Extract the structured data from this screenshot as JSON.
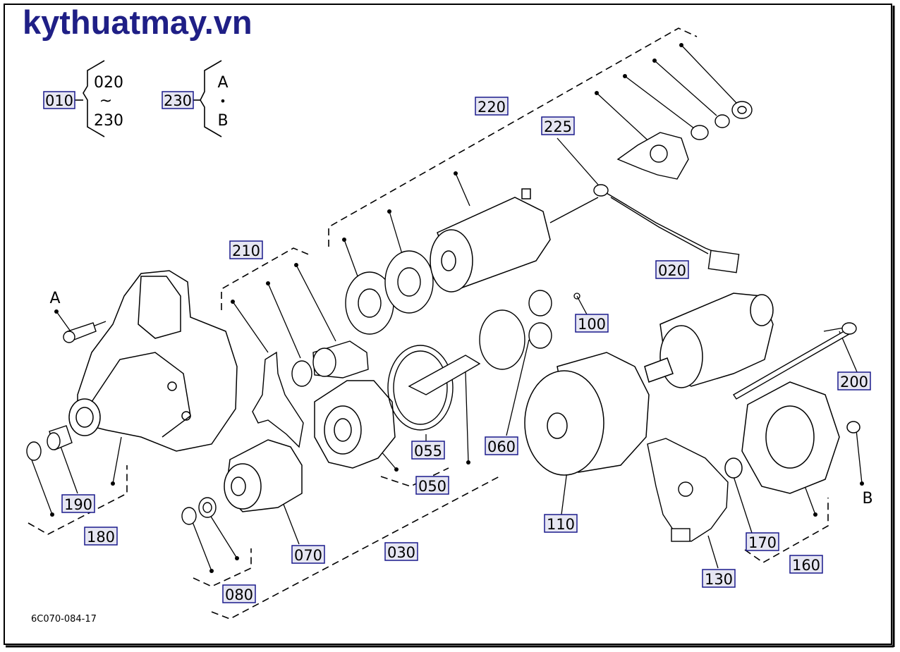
{
  "brand": {
    "text": "kythuatmay.vn",
    "color": "#1f1f86"
  },
  "drawing_code": "6C070-084-17",
  "legend": {
    "range": {
      "code": "010",
      "from": "020",
      "sep": "~",
      "to": "230"
    },
    "variant": {
      "code": "230",
      "a": "A",
      "dot": "•",
      "b": "B"
    }
  },
  "callouts": {
    "p220": "220",
    "p225": "225",
    "p210": "210",
    "p020": "020",
    "p100": "100",
    "p200": "200",
    "p055": "055",
    "p060": "060",
    "p050": "050",
    "p190": "190",
    "p180": "180",
    "p070": "070",
    "p030": "030",
    "p110": "110",
    "p170": "170",
    "p160": "160",
    "p130": "130",
    "p080": "080"
  },
  "markers": {
    "a": "A",
    "b": "B"
  },
  "colors": {
    "label_border": "#1a1a8c",
    "label_fill": "#e6e6f2",
    "line": "#000000"
  }
}
